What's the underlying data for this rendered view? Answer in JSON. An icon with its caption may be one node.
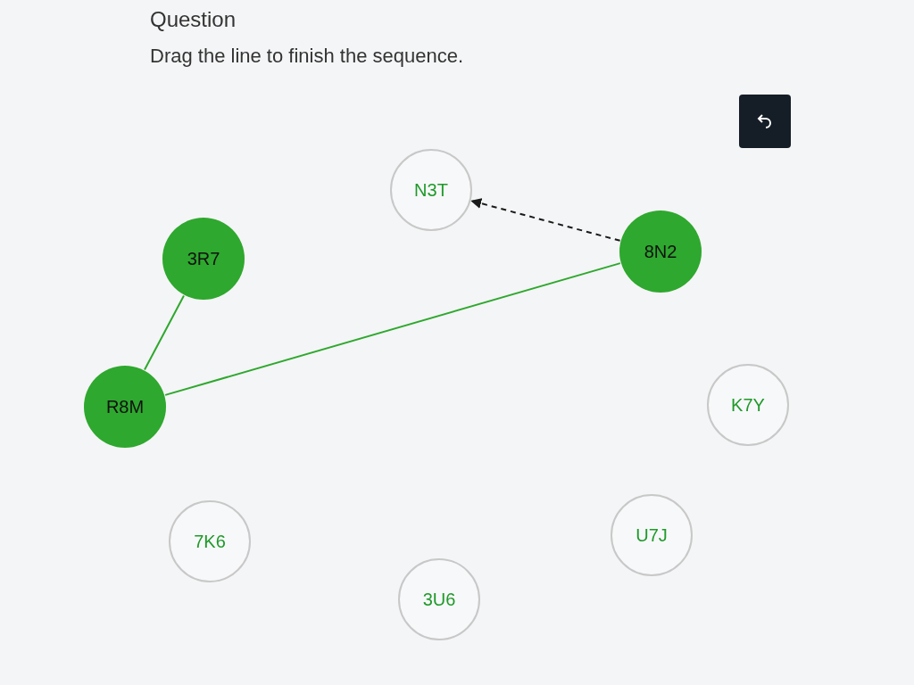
{
  "diagram": {
    "title": "Question",
    "nodes": [
      {
        "text": [
          "N3T"
        ]
      },
      {
        "text": [
          "3R7"
        ]
      },
      {
        "text": [
          "8N2"
        ]
      },
      {
        "text": [
          "R8M"
        ]
      },
      {
        "text": [
          "K7Y"
        ]
      },
      {
        "text": [
          "7K6"
        ]
      },
      {
        "text": [
          "U7J"
        ]
      },
      {
        "text": [
          "3U6"
        ]
      }
    ],
    "edges": [
      {
        "from": 1,
        "to": 3,
        "arrow": "none"
      },
      {
        "from": 3,
        "to": 2,
        "arrow": "none"
      },
      {
        "from": 2,
        "to": 0,
        "arrow": "to",
        "style": "dashed",
        "color": "#1a1a1a"
      }
    ],
    "labels": [
      "Drag the line to finish the sequence."
    ]
  }
}
